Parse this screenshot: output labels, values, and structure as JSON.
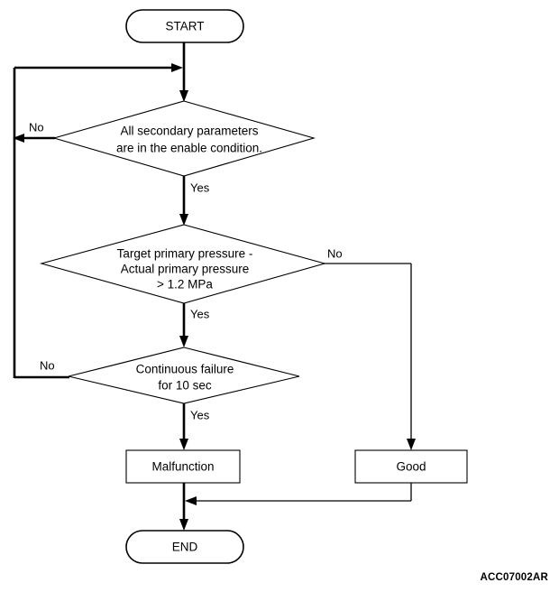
{
  "diagram": {
    "type": "flowchart",
    "title": "",
    "figure_code": "ACC07002AR",
    "nodes": {
      "start": {
        "label": "START",
        "shape": "terminal"
      },
      "decision_secondary_parameters": {
        "shape": "decision",
        "lines": [
          "All secondary parameters",
          "are in the enable condition."
        ],
        "yes_label": "Yes",
        "no_label": "No"
      },
      "decision_pressure": {
        "shape": "decision",
        "lines": [
          "Target primary pressure -",
          "Actual primary pressure",
          "> 1.2 MPa"
        ],
        "yes_label": "Yes",
        "no_label": "No"
      },
      "decision_continuous_failure": {
        "shape": "decision",
        "lines": [
          "Continuous failure",
          "for 10 sec"
        ],
        "yes_label": "Yes",
        "no_label": "No"
      },
      "result_malfunction": {
        "label": "Malfunction",
        "shape": "process"
      },
      "result_good": {
        "label": "Good",
        "shape": "process"
      },
      "end": {
        "label": "END",
        "shape": "terminal"
      }
    },
    "colors": {
      "line": "#000000",
      "fill": "#ffffff",
      "text": "#000000"
    }
  }
}
